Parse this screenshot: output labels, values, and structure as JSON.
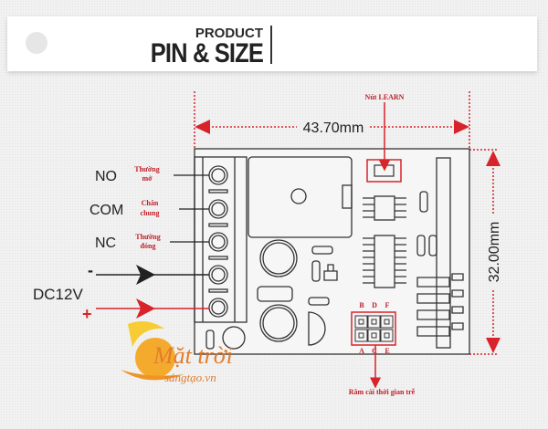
{
  "header": {
    "subtitle": "PRODUCT",
    "title": "PIN & SIZE",
    "icon": "brand-logo-icon"
  },
  "dimensions": {
    "width": "43.70mm",
    "height": "32.00mm"
  },
  "pins": [
    {
      "label": "NO",
      "note_line1": "Thường",
      "note_line2": "mở"
    },
    {
      "label": "COM",
      "note_line1": "Chân",
      "note_line2": "chung"
    },
    {
      "label": "NC",
      "note_line1": "Thường",
      "note_line2": "đóng"
    }
  ],
  "power": {
    "label": "DC12V",
    "minus": "-",
    "plus": "+"
  },
  "learn_button": {
    "label": "Nút LEARN"
  },
  "jumper": {
    "top_labels": [
      "B",
      "D",
      "F"
    ],
    "bottom_labels": [
      "A",
      "C",
      "E"
    ],
    "caption": "Râm cài thời gian trễ"
  },
  "watermark": {
    "line1": "Mặt trời",
    "line2": "sángtạo.vn"
  },
  "colors": {
    "accent": "#d8232a",
    "line": "#333333"
  }
}
